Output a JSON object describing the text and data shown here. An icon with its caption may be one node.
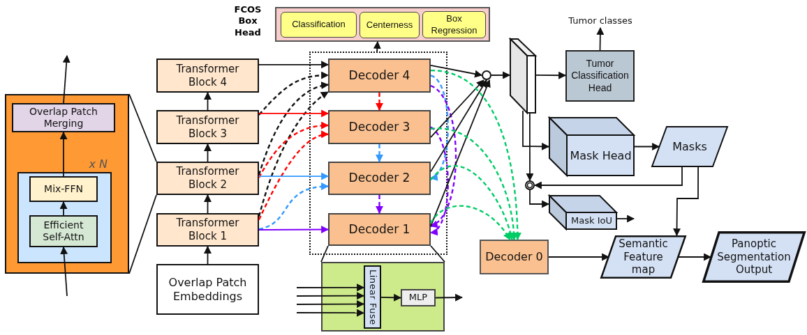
{
  "diagram": {
    "nodes": [
      {
        "text": [],
        "shape": "box"
      },
      {
        "text": [
          "Overlap Patch Merging"
        ],
        "in": 0
      },
      {
        "text": [
          "x N"
        ],
        "in": 0
      },
      {
        "text": [
          "Mix-FFN"
        ],
        "in": 2
      },
      {
        "text": [
          "Efficient Self-Attn"
        ],
        "in": 2
      },
      {
        "text": [
          "Transformer Block 4"
        ]
      },
      {
        "text": [
          "Transformer Block 3"
        ]
      },
      {
        "text": [
          "Transformer Block 2"
        ]
      },
      {
        "text": [
          "Transformer Block 1"
        ]
      },
      {
        "text": [
          "Overlap Patch Embeddings"
        ]
      },
      {
        "text": [
          "FCOS Box Head"
        ]
      },
      {
        "text": [
          "Classification"
        ],
        "in": 10
      },
      {
        "text": [
          "Centerness"
        ],
        "in": 10
      },
      {
        "text": [
          "Box Regression"
        ],
        "in": 10
      },
      {
        "text": [],
        "shape": "box"
      },
      {
        "text": [
          "Decoder 4"
        ],
        "in": 14
      },
      {
        "text": [
          "Decoder 3"
        ],
        "in": 14
      },
      {
        "text": [
          "Decoder 2"
        ],
        "in": 14
      },
      {
        "text": [
          "Decoder 1"
        ],
        "in": 14
      },
      {
        "text": [],
        "shape": "box"
      },
      {
        "text": [
          "Linear Fuse"
        ],
        "in": 19
      },
      {
        "text": [
          "MLP"
        ],
        "in": 19
      },
      {
        "text": [],
        "shape": "circle"
      },
      {
        "text": [],
        "shape": "bar"
      },
      {
        "text": [
          "Tumor Classification Head"
        ]
      },
      {
        "text": [
          "Tumor classes"
        ]
      },
      {
        "text": [
          "Mask Head"
        ]
      },
      {
        "text": [
          "Masks"
        ]
      },
      {
        "text": [],
        "shape": "circle"
      },
      {
        "text": [
          "Mask IoU"
        ]
      },
      {
        "text": [
          "Decoder 0"
        ]
      },
      {
        "text": [
          "Semantic Feature map"
        ]
      },
      {
        "text": [
          "Panoptic Segmentation Output"
        ]
      }
    ],
    "edges": [
      {
        "from": 1,
        "to": null,
        "arrow": "to"
      },
      {
        "from": null,
        "to": 4,
        "arrow": "to"
      },
      {
        "from": 4,
        "to": 3,
        "arrow": "to"
      },
      {
        "from": 3,
        "to": 1,
        "arrow": "to"
      },
      {
        "from": 0,
        "to": 7,
        "arrow": "none"
      },
      {
        "from": 0,
        "to": 7,
        "arrow": "none"
      },
      {
        "from": 9,
        "to": 8,
        "arrow": "to"
      },
      {
        "from": 8,
        "to": 7,
        "arrow": "to"
      },
      {
        "from": 7,
        "to": 6,
        "arrow": "to"
      },
      {
        "from": 6,
        "to": 5,
        "arrow": "to"
      },
      {
        "from": 5,
        "to": 15,
        "arrow": "to"
      },
      {
        "from": 6,
        "to": 15,
        "arrow": "to",
        "style": "dashed"
      },
      {
        "from": 7,
        "to": 15,
        "arrow": "to",
        "style": "dashed"
      },
      {
        "from": 8,
        "to": 15,
        "arrow": "to",
        "style": "dashed"
      },
      {
        "from": 6,
        "to": 16,
        "arrow": "to",
        "color": "#ff0000"
      },
      {
        "from": 7,
        "to": 16,
        "arrow": "to",
        "style": "dashed",
        "color": "#ff0000"
      },
      {
        "from": 8,
        "to": 16,
        "arrow": "to",
        "style": "dashed",
        "color": "#ff0000"
      },
      {
        "from": 7,
        "to": 17,
        "arrow": "to",
        "color": "#3399ff"
      },
      {
        "from": 8,
        "to": 17,
        "arrow": "to",
        "style": "dashed",
        "color": "#3399ff"
      },
      {
        "from": 8,
        "to": 18,
        "arrow": "to",
        "color": "#7f00ff"
      },
      {
        "from": 15,
        "to": 16,
        "arrow": "to",
        "style": "dashed",
        "color": "#ff0000"
      },
      {
        "from": 16,
        "to": 17,
        "arrow": "to",
        "style": "dashed",
        "color": "#3399ff"
      },
      {
        "from": 17,
        "to": 18,
        "arrow": "to",
        "style": "dashed",
        "color": "#7f00ff"
      },
      {
        "from": 15,
        "to": 17,
        "arrow": "to",
        "style": "dashed",
        "color": "#3399ff"
      },
      {
        "from": 15,
        "to": 18,
        "arrow": "to",
        "style": "dashed",
        "color": "#7f00ff"
      },
      {
        "from": 16,
        "to": 18,
        "arrow": "to",
        "style": "dashed",
        "color": "#7f00ff"
      },
      {
        "from": 15,
        "to": 22,
        "arrow": "to"
      },
      {
        "from": 16,
        "to": 22,
        "arrow": "to"
      },
      {
        "from": 17,
        "to": 22,
        "arrow": "to"
      },
      {
        "from": 18,
        "to": 22,
        "arrow": "to"
      },
      {
        "from": 15,
        "to": 30,
        "arrow": "to",
        "style": "dashed",
        "color": "#00cc66"
      },
      {
        "from": 16,
        "to": 30,
        "arrow": "to",
        "style": "dashed",
        "color": "#00cc66"
      },
      {
        "from": 17,
        "to": 30,
        "arrow": "to",
        "style": "dashed",
        "color": "#00cc66"
      },
      {
        "from": 18,
        "to": 30,
        "arrow": "to",
        "style": "dashed",
        "color": "#00cc66"
      },
      {
        "from": 14,
        "to": 10,
        "arrow": "to"
      },
      {
        "from": null,
        "to": 20,
        "arrow": "to"
      },
      {
        "from": null,
        "to": 20,
        "arrow": "to"
      },
      {
        "from": null,
        "to": 20,
        "arrow": "to"
      },
      {
        "from": null,
        "to": 20,
        "arrow": "to"
      },
      {
        "from": 20,
        "to": 21,
        "arrow": "to"
      },
      {
        "from": 21,
        "to": null,
        "arrow": "to"
      },
      {
        "from": 18,
        "to": 19,
        "arrow": "none"
      },
      {
        "from": 18,
        "to": 19,
        "arrow": "none"
      },
      {
        "from": 22,
        "to": 23,
        "arrow": "to"
      },
      {
        "from": 23,
        "to": 24,
        "arrow": "to"
      },
      {
        "from": 24,
        "to": 25,
        "arrow": "to"
      },
      {
        "from": 23,
        "to": 26,
        "arrow": "to"
      },
      {
        "from": 23,
        "to": 28,
        "arrow": "to"
      },
      {
        "from": 26,
        "to": 27,
        "arrow": "to"
      },
      {
        "from": 27,
        "to": 28,
        "arrow": "to"
      },
      {
        "from": 28,
        "to": 29,
        "arrow": "to"
      },
      {
        "from": 29,
        "to": null,
        "arrow": "to"
      },
      {
        "from": 27,
        "to": 31,
        "arrow": "to"
      },
      {
        "from": 30,
        "to": 31,
        "arrow": "to"
      },
      {
        "from": 31,
        "to": 32,
        "arrow": "to"
      }
    ]
  }
}
